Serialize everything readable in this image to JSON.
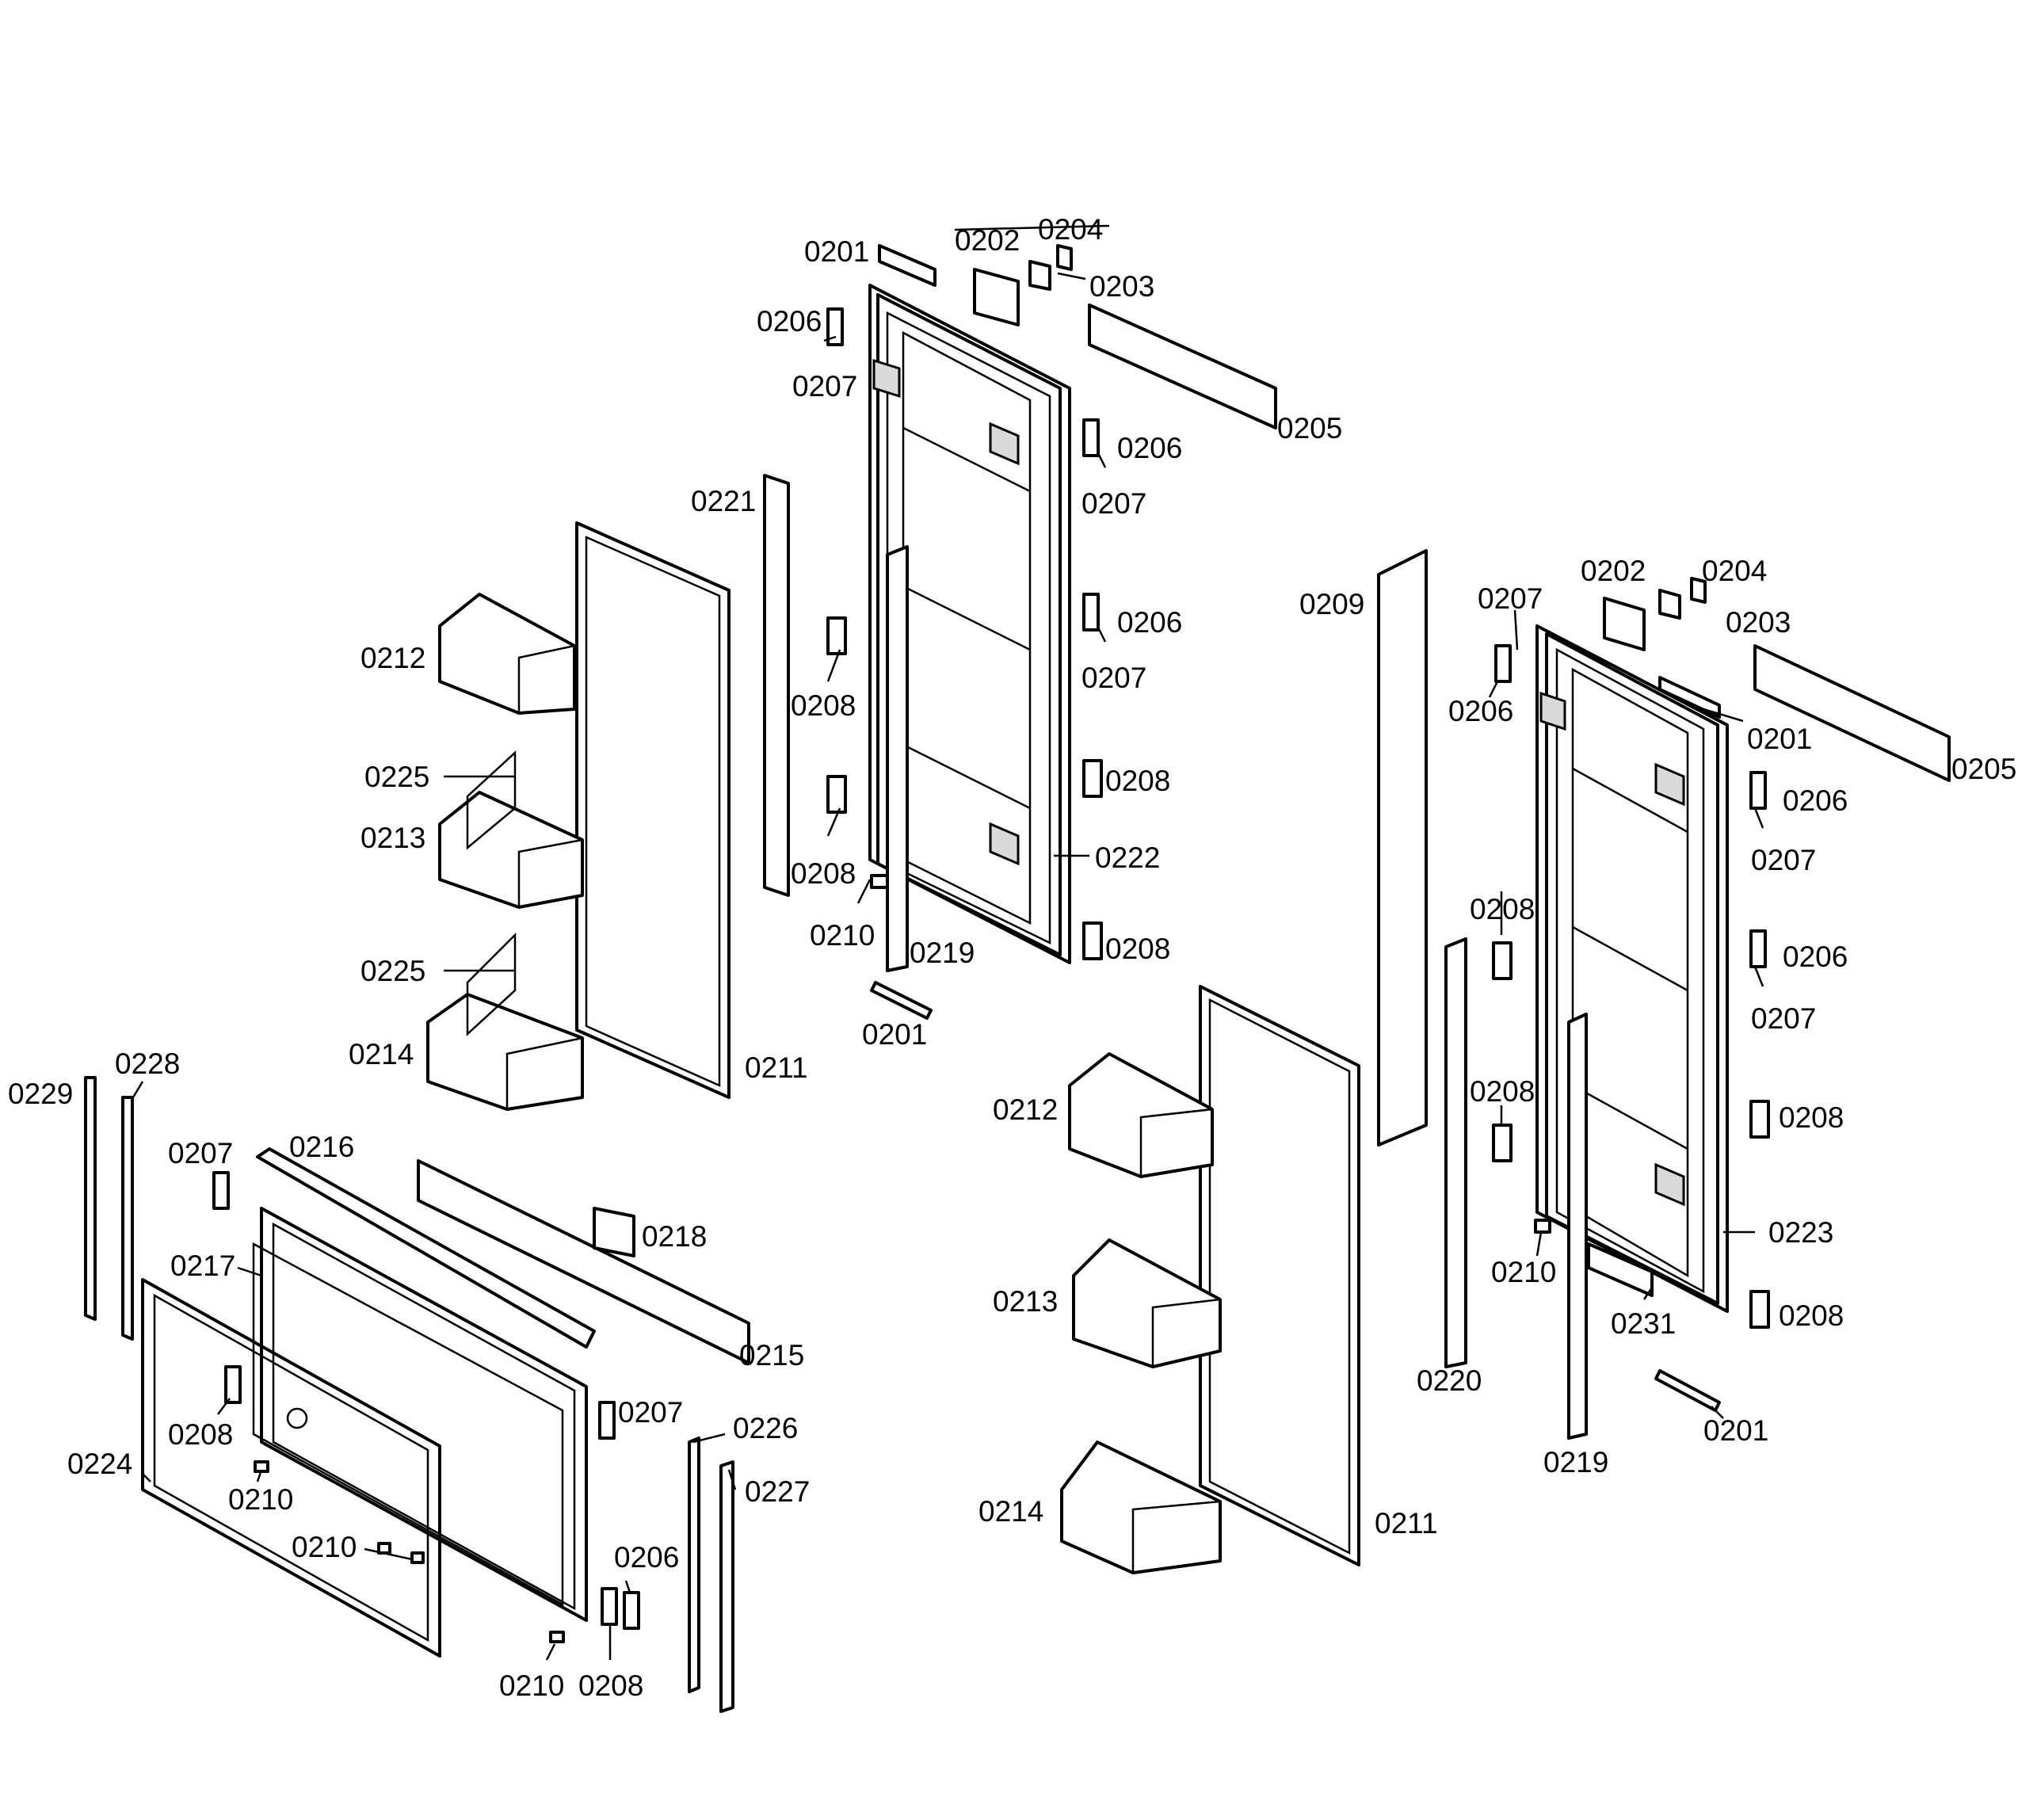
{
  "diagram": {
    "labels": {
      "l0201a": "0201",
      "l0202a": "0202",
      "l0204a": "0204",
      "l0203a": "0203",
      "l0206a": "0206",
      "l0207a": "0207",
      "l0205a": "0205",
      "l0206b": "0206",
      "l0207b": "0207",
      "l0206c": "0206",
      "l0207c": "0207",
      "l0221": "0221",
      "l0212a": "0212",
      "l0208a": "0208",
      "l0225a": "0225",
      "l0213a": "0213",
      "l0208b": "0208",
      "l0208c": "0208",
      "l0222": "0222",
      "l0210a": "0210",
      "l0219a": "0219",
      "l0208d": "0208",
      "l0225b": "0225",
      "l0214a": "0214",
      "l0201b": "0201",
      "l0211a": "0211",
      "l0229": "0229",
      "l0228": "0228",
      "l0207d": "0207",
      "l0216": "0216",
      "l0218": "0218",
      "l0217": "0217",
      "l0215": "0215",
      "l0208e": "0208",
      "l0207e": "0207",
      "l0224": "0224",
      "l0226": "0226",
      "l0210b": "0210",
      "l0227": "0227",
      "l0210c": "0210",
      "l0206d": "0206",
      "l0210d": "0210",
      "l0208f": "0208",
      "l0209": "0209",
      "l0202b": "0202",
      "l0204b": "0204",
      "l0207f": "0207",
      "l0203b": "0203",
      "l0206e": "0206",
      "l0201c": "0201",
      "l0205b": "0205",
      "l0206f": "0206",
      "l0207g": "0207",
      "l0208g": "0208",
      "l0206g": "0206",
      "l0207h": "0207",
      "l0212b": "0212",
      "l0208h": "0208",
      "l0208i": "0208",
      "l0223": "0223",
      "l0210e": "0210",
      "l0213b": "0213",
      "l0231": "0231",
      "l0208j": "0208",
      "l0220": "0220",
      "l0201d": "0201",
      "l0219b": "0219",
      "l0214b": "0214",
      "l0211b": "0211"
    }
  }
}
